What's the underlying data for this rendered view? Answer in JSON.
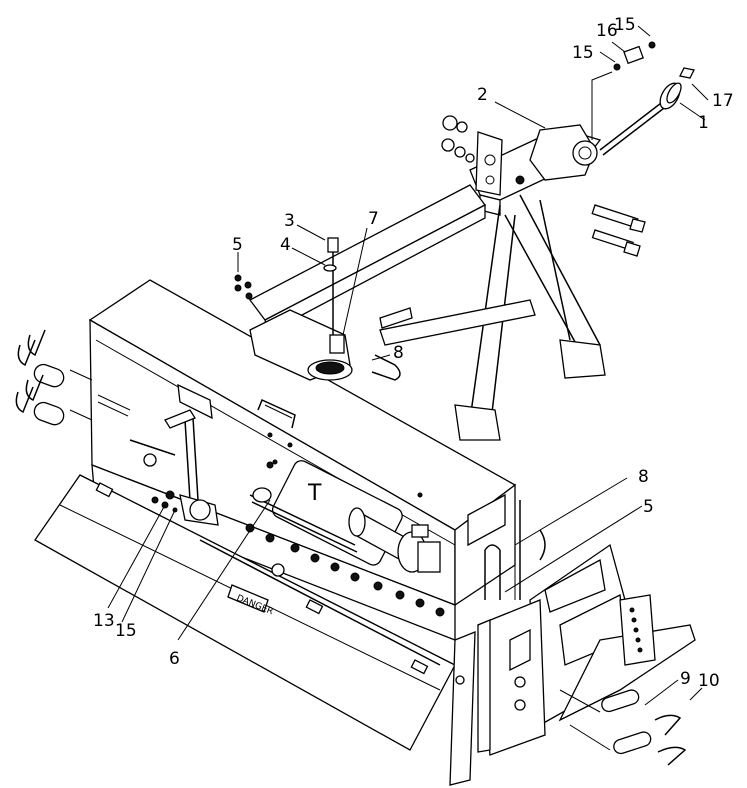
{
  "callouts": [
    {
      "id": "c1",
      "text": "1"
    },
    {
      "id": "c2",
      "text": "2"
    },
    {
      "id": "c3",
      "text": "3"
    },
    {
      "id": "c4",
      "text": "4"
    },
    {
      "id": "c5a",
      "text": "5"
    },
    {
      "id": "c5b",
      "text": "5"
    },
    {
      "id": "c6",
      "text": "6"
    },
    {
      "id": "c7",
      "text": "7"
    },
    {
      "id": "c8a",
      "text": "8"
    },
    {
      "id": "c8b",
      "text": "8"
    },
    {
      "id": "c9",
      "text": "9"
    },
    {
      "id": "c10",
      "text": "10"
    },
    {
      "id": "c13",
      "text": "13"
    },
    {
      "id": "c15a",
      "text": "15"
    },
    {
      "id": "c15b",
      "text": "15"
    },
    {
      "id": "c15c",
      "text": "15"
    },
    {
      "id": "c16",
      "text": "16"
    },
    {
      "id": "c17",
      "text": "17"
    }
  ],
  "decals": {
    "danger": "DANGER",
    "t_mark": "T"
  }
}
